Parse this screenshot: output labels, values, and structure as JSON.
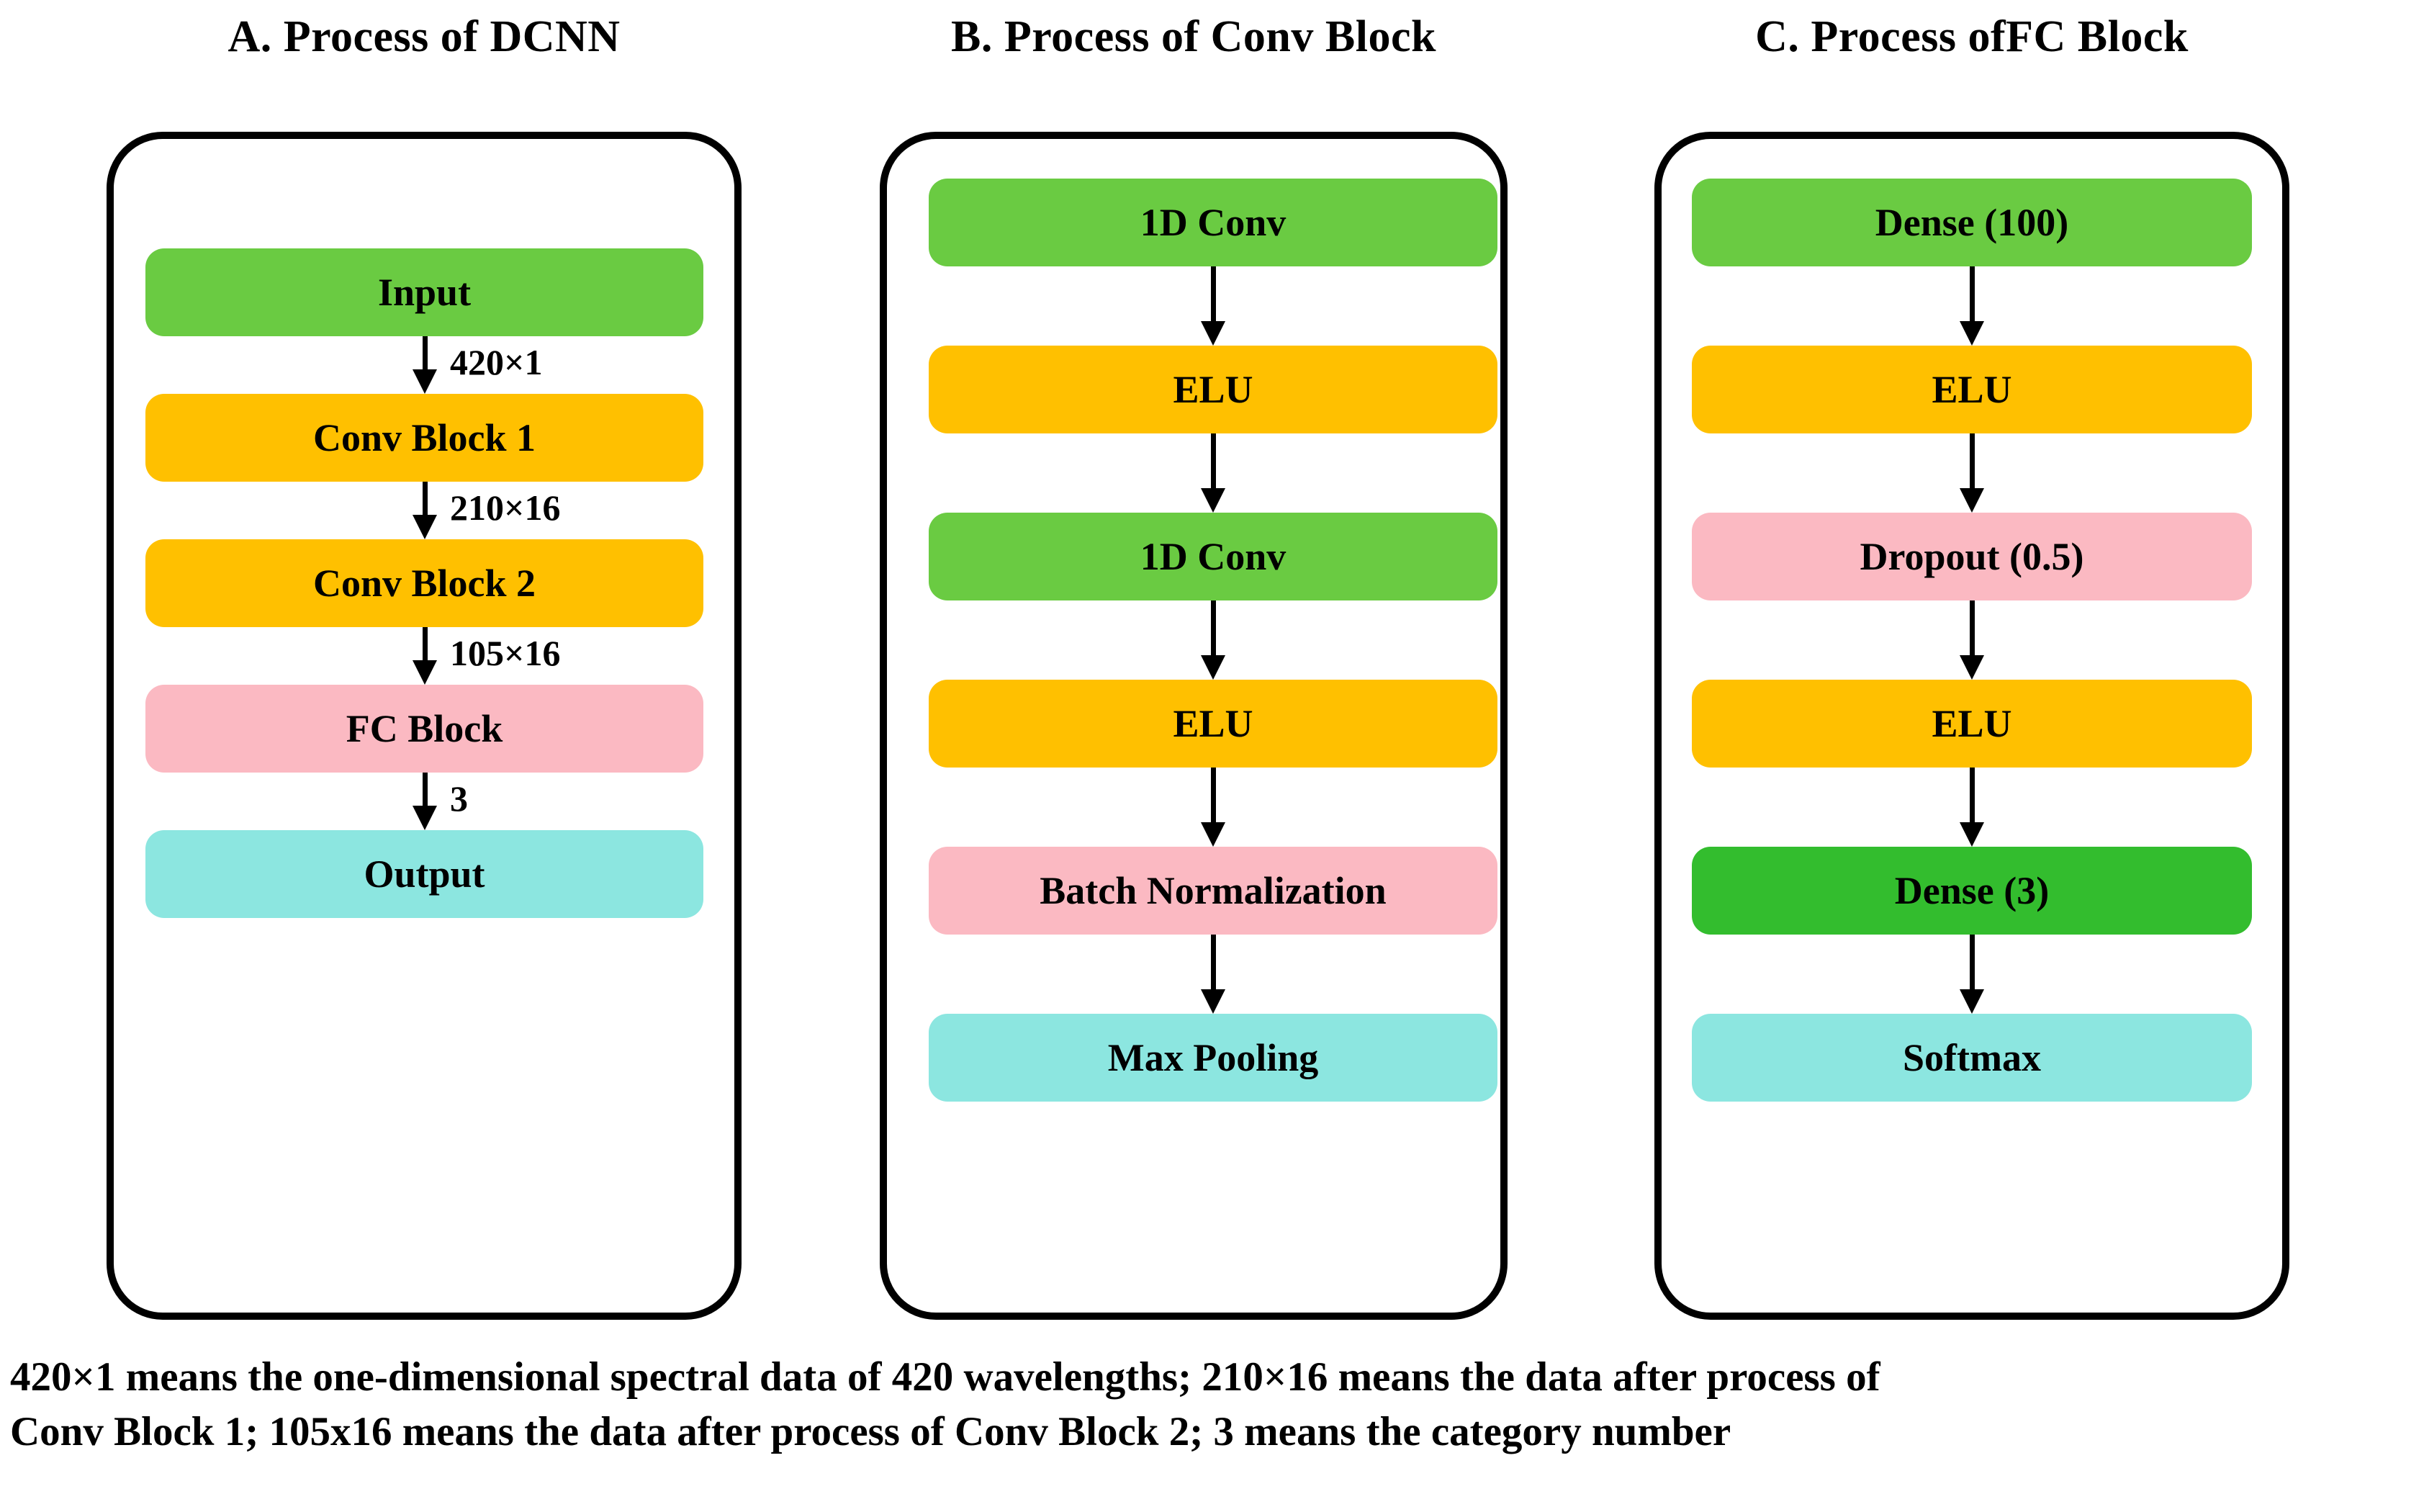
{
  "figure": {
    "background": "#ffffff",
    "outline_color": "#000000"
  },
  "palette": {
    "green_light": "#6ACB42",
    "green_dark": "#33BD2E",
    "orange": "#FFC000",
    "pink": "#FBB9C2",
    "cyan": "#8CE6E0",
    "text": "#000000"
  },
  "panels": [
    {
      "id": "a",
      "title": "A. Process of DCNN",
      "nodes": [
        {
          "label": "Input",
          "color": "#6ACB42"
        },
        {
          "label": "Conv Block 1",
          "color": "#FFC000"
        },
        {
          "label": "Conv Block 2",
          "color": "#FFC000"
        },
        {
          "label": "FC Block",
          "color": "#FBB9C2"
        },
        {
          "label": "Output",
          "color": "#8CE6E0"
        }
      ],
      "edge_labels": [
        "420×1",
        "210×16",
        "105×16",
        "3"
      ]
    },
    {
      "id": "b",
      "title": "B. Process of Conv Block",
      "nodes": [
        {
          "label": "1D Conv",
          "color": "#6ACB42"
        },
        {
          "label": "ELU",
          "color": "#FFC000"
        },
        {
          "label": "1D Conv",
          "color": "#6ACB42"
        },
        {
          "label": "ELU",
          "color": "#FFC000"
        },
        {
          "label": "Batch Normalization",
          "color": "#FBB9C2"
        },
        {
          "label": "Max Pooling",
          "color": "#8CE6E0"
        }
      ],
      "edge_labels": [
        "",
        "",
        "",
        "",
        ""
      ]
    },
    {
      "id": "c",
      "title": "C. Process ofFC Block",
      "nodes": [
        {
          "label": "Dense (100)",
          "color": "#6ACB42"
        },
        {
          "label": "ELU",
          "color": "#FFC000"
        },
        {
          "label": "Dropout (0.5)",
          "color": "#FBB9C2"
        },
        {
          "label": "ELU",
          "color": "#FFC000"
        },
        {
          "label": "Dense (3)",
          "color": "#33BD2E"
        },
        {
          "label": "Softmax",
          "color": "#8CE6E0"
        }
      ],
      "edge_labels": [
        "",
        "",
        "",
        "",
        ""
      ]
    }
  ],
  "caption": {
    "line1": "420×1 means the one-dimensional spectral data of 420 wavelengths; 210×16 means the data after process of",
    "line2": "Conv Block 1; 105x16 means the data after process of Conv Block 2; 3 means the category number"
  }
}
